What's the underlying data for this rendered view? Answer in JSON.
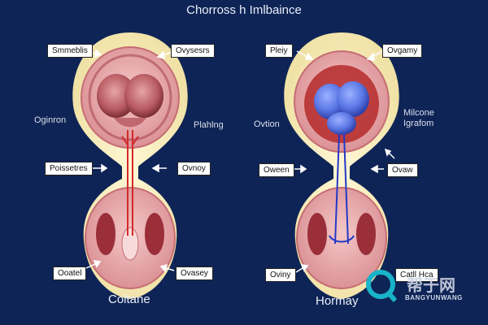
{
  "title": "Chorross h Imlbaince",
  "left_panel": {
    "labels": {
      "top_left": "Smmeblis",
      "top_right": "Ovysesrs",
      "mid_left": "Oginron",
      "mid_right": "Plahlng",
      "lower_left": "Poissetres",
      "lower_right": "Ovnoy",
      "bottom_left": "Ooatel",
      "bottom_right": "Ovasey"
    },
    "caption": "Coltane"
  },
  "right_panel": {
    "labels": {
      "top_left": "Pleiy",
      "top_right": "Ovgamy",
      "mid_left": "Ovtion",
      "mid_right": "Milcone\nIgrafom",
      "lower_left": "Oween",
      "lower_right": "Ovaw",
      "bottom_left": "Oviny",
      "bottom_right": "Catll Hca"
    },
    "caption": "Hormay"
  },
  "watermark": {
    "cjk": "帮于网",
    "latin": "BANGYUNWANG"
  },
  "colors": {
    "background": "#0f2456",
    "halo": "#f6efc4",
    "tissue": "#e7a5a8",
    "vessel_left": "#d32a2a",
    "vessel_right": "#2438c8",
    "organ_right": "#5c78e6"
  }
}
